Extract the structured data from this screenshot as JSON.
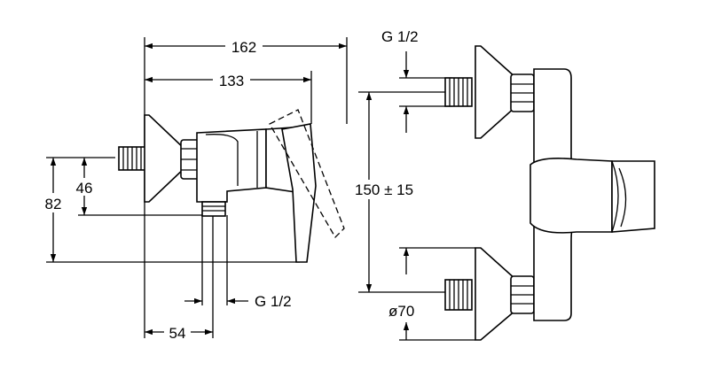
{
  "dimensions": {
    "overall_width": "162",
    "width_to_handle": "133",
    "height_82": "82",
    "height_46": "46",
    "offset_54": "54",
    "outlet_thread": "G 1/2",
    "inlet_thread": "G 1/2",
    "centre_distance": "150 ± 15",
    "escutcheon_diameter": "ø70"
  }
}
